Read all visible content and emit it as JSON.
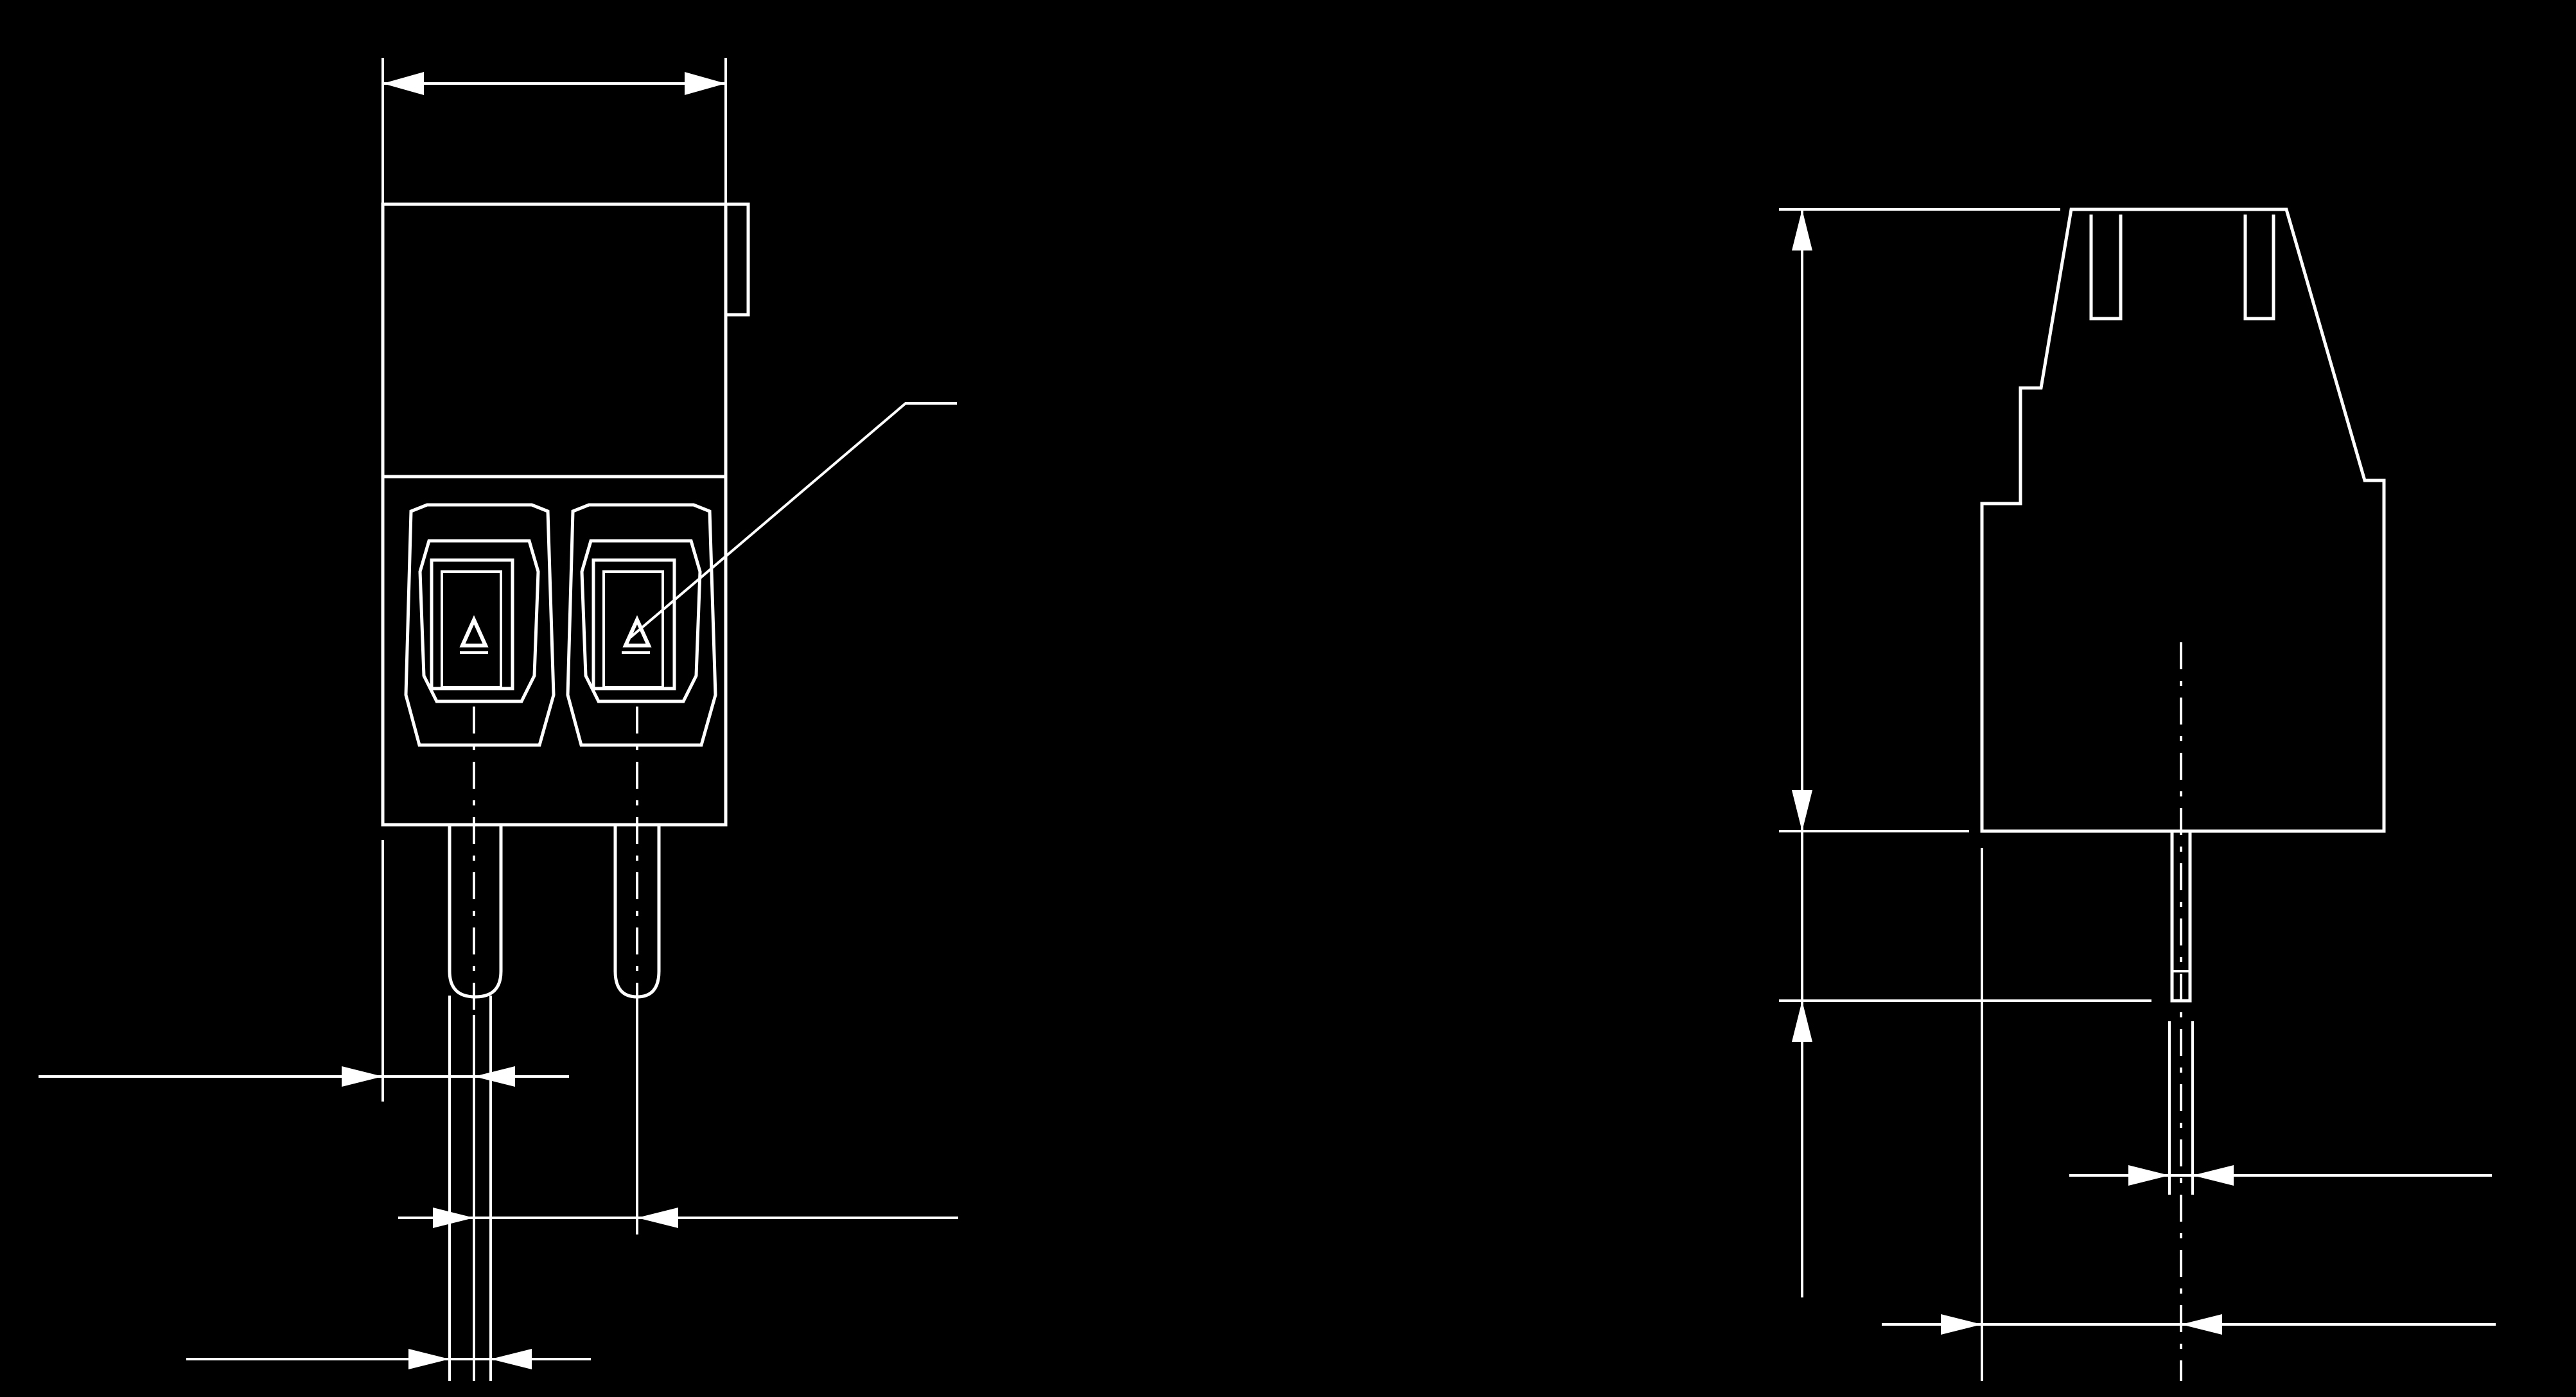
{
  "drawing": {
    "title": "",
    "background_color": "#000000",
    "line_color": "#ffffff",
    "views": [
      {
        "id": "front-view",
        "labels": []
      },
      {
        "id": "side-view",
        "labels": []
      }
    ],
    "symbols": [
      {
        "id": "left-terminal-marker",
        "shape": "triangle-icon"
      },
      {
        "id": "right-terminal-marker",
        "shape": "triangle-icon"
      }
    ],
    "dimension_text": []
  }
}
